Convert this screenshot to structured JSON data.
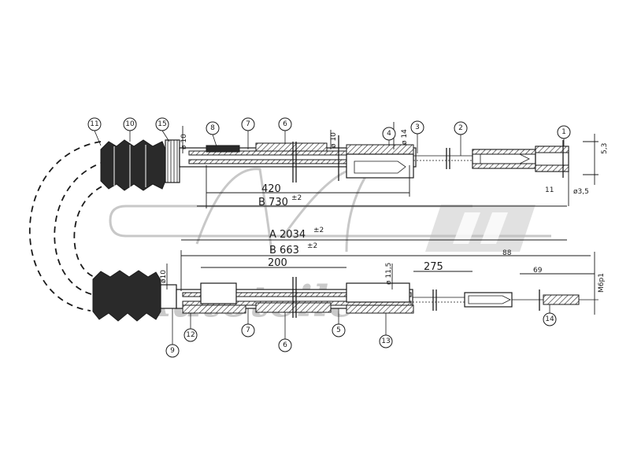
{
  "watermark": {
    "text": "Autoteile",
    "brand_letters": "A.C"
  },
  "callouts_top": [
    "11",
    "10",
    "15",
    "8",
    "7",
    "6",
    "4",
    "3",
    "2",
    "1"
  ],
  "callouts_bottom": [
    "9",
    "12",
    "7",
    "6",
    "5",
    "13",
    "14"
  ],
  "dimensions": {
    "d420": "420",
    "d730": "B 730",
    "d730_tol": "±2",
    "d2034": "A 2034",
    "d2034_tol": "±2",
    "d663": "B 663",
    "d663_tol": "±2",
    "d200": "200",
    "d275": "275",
    "d88": "88",
    "d69": "69",
    "thread": "M6p1",
    "dia10_top": "ø 10",
    "dia14_top": "ø 14",
    "dia10_top_left": "ø 10",
    "dia10_bottom": "ø10",
    "dia115": "ø 11,5",
    "dia35": "ø3,5",
    "dim11": "11",
    "dim53": "5,3"
  },
  "colors": {
    "ink": "#1a1a1a",
    "watermark": "#9a9a9a",
    "background": "#ffffff"
  }
}
